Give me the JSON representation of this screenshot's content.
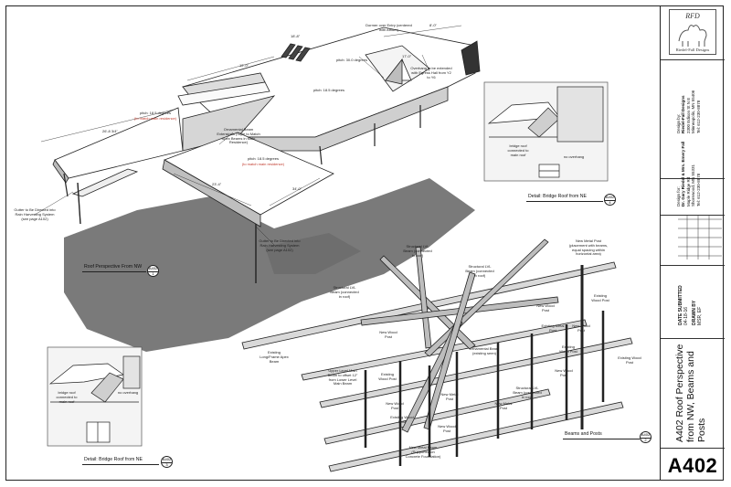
{
  "sheet": {
    "number": "A402",
    "title": "A402 Roof Perspective from NW, Beams and Posts"
  },
  "firm": {
    "monogram": "RFD",
    "name": "Riedel-Fall Designs",
    "label": "Design by:",
    "company": "Riedel-Fall Designs",
    "address1": "2300 Edison St N E",
    "address2": "Minneapolis, MN 55406",
    "phone": "Tel: 612-230-8878"
  },
  "client": {
    "label": "Design for:",
    "name": "Dr. Gary Riedel & Mrs. Emery Fall",
    "address1": "Maple Ridge Rd",
    "address2": "Shorewood, MN 55331",
    "phone": "Tel: 612-230-8878"
  },
  "date_submitted": {
    "label": "DATE SUBMITTED",
    "value": "04-18-16"
  },
  "drawn_by": {
    "label": "DRAWN BY",
    "value": "MSR, EF"
  },
  "views": {
    "roof_nw": {
      "caption": "Roof Perspective From NW",
      "num": "A402",
      "sub": "1"
    },
    "beams": {
      "caption": "Beams and Posts",
      "num": "A402",
      "sub": "2"
    },
    "bridge_top": {
      "caption": "Detail: Bridge Roof from NE",
      "num": "A402",
      "sub": "4"
    },
    "bridge_bottom": {
      "caption": "Detail: Bridge Roof from NE",
      "num": "A402",
      "sub": "3"
    }
  },
  "annotations": {
    "dormer": "Dormer over Entry (centered with Atrium)",
    "pitch_dormer": "pitch: 30.0 degrees",
    "overhang": "Overhang to be extended with Egress Hall from Y2 to Y6",
    "pitch_main": "pitch: 18.5 degrees",
    "pitch_wing": "pitch: 18.5 degrees",
    "pitch_wing_note": "(to match main residence)",
    "ornamental": "Ornamental Beam Extensions (Style to Match Apex Beams in Main Residence)",
    "pitch_low": "pitch: 18.5 degrees",
    "pitch_low_note": "(to match main residence)",
    "gutter_left": "Gutter to Be Directed into Rain Harvesting System (see page A102)",
    "gutter_right": "Gutter to Be Directed into Rain Harvesting System (see page A102)",
    "bridge_roof_top": "bridge roof connected to main roof",
    "no_overhang_top": "no overhang",
    "bridge_roof_bottom": "bridge roof connected to main roof",
    "no_overhang_bottom": "no overhang",
    "new_metal_post": "New Metal Post (placement with beams, equal spacing within horizontal area)",
    "structural_lvl_left": "Structural LVL Beam (connected in roof)",
    "structural_lvl_top": "Structural LVL Beam (connected in roof)",
    "structural_lvl_mid": "Structural LVL Beam (connected in roof)",
    "ornamental_beam": "Ornamental Beam (existing seen)",
    "new_wood_post_1": "New Wood Post",
    "existing_wood_post_1": "Existing Wood Post",
    "existing_lvl_apex": "Existing Long/Frame Apex Beam",
    "new_wood_post_2": "New Wood Post",
    "upper_level": "Upper Level Main Beam to offset 12\" from Lower Level Main Beam",
    "existing_wood_post_2": "Existing Wood Post",
    "new_wood_post_3": "New Wood Post",
    "structural_lvl_bottom": "Structural LVL Beam (connected in roof)",
    "new_metal_post_2": "New Metal Post",
    "existing_wood_post_3": "Existing Wood Post",
    "new_wood_post_4": "New Wood Post",
    "existing_wood_post_4": "Existing Wood Post",
    "new_metal_post_3": "New Metal Post",
    "existing_metal_post": "Existing Metal Post",
    "new_wood_post_5": "New Wood Post",
    "new_wood_post_6": "New Wood Post",
    "existing_wood_post_5": "Existing Wood Post",
    "new_metal_beam": "New Metal Beam (Supported on Concrete Foundation)"
  },
  "dims": {
    "d1": "26'-8 3/4\"",
    "d2": "12'-0\"",
    "d3": "8'-0\"",
    "d4": "23'-4\"",
    "d5": "34'-0\"",
    "d6": "18'-8\"",
    "d7": "17'-0\""
  },
  "colors": {
    "line": "#222222",
    "shadow": "#7a7a7a",
    "note": "#c0392b"
  }
}
